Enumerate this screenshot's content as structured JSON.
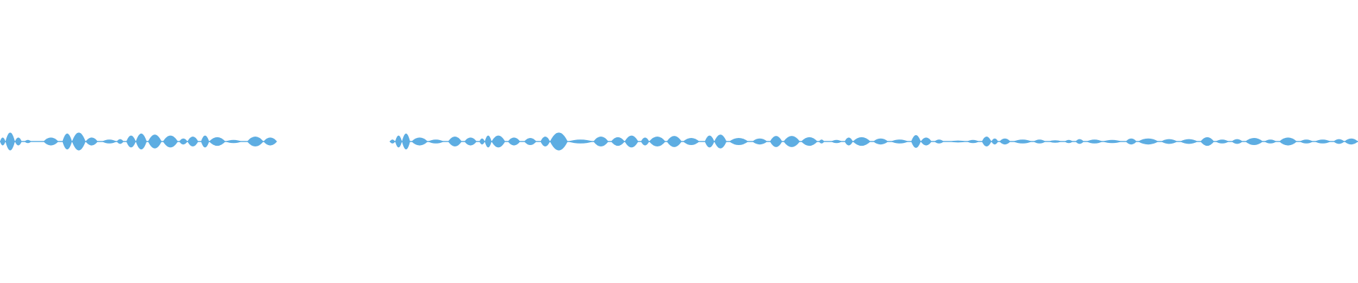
{
  "waveform": {
    "color": "#5dade2",
    "background": "#ffffff",
    "silent_gap": {
      "start_fraction": 0.203,
      "end_fraction": 0.287
    },
    "blobs_fraction": [
      [
        0.0,
        0.004,
        0.2
      ],
      [
        0.004,
        0.011,
        0.45
      ],
      [
        0.011,
        0.016,
        0.2
      ],
      [
        0.018,
        0.023,
        0.08
      ],
      [
        0.032,
        0.043,
        0.2
      ],
      [
        0.046,
        0.053,
        0.4
      ],
      [
        0.053,
        0.063,
        0.45
      ],
      [
        0.063,
        0.072,
        0.2
      ],
      [
        0.075,
        0.086,
        0.1
      ],
      [
        0.086,
        0.091,
        0.12
      ],
      [
        0.093,
        0.1,
        0.3
      ],
      [
        0.1,
        0.108,
        0.4
      ],
      [
        0.109,
        0.119,
        0.35
      ],
      [
        0.12,
        0.131,
        0.3
      ],
      [
        0.132,
        0.138,
        0.15
      ],
      [
        0.138,
        0.146,
        0.25
      ],
      [
        0.148,
        0.154,
        0.3
      ],
      [
        0.154,
        0.166,
        0.22
      ],
      [
        0.166,
        0.178,
        0.08
      ],
      [
        0.182,
        0.194,
        0.25
      ],
      [
        0.194,
        0.204,
        0.2
      ],
      [
        0.287,
        0.291,
        0.1
      ],
      [
        0.291,
        0.296,
        0.3
      ],
      [
        0.296,
        0.302,
        0.4
      ],
      [
        0.303,
        0.315,
        0.2
      ],
      [
        0.315,
        0.327,
        0.1
      ],
      [
        0.33,
        0.34,
        0.25
      ],
      [
        0.342,
        0.351,
        0.2
      ],
      [
        0.353,
        0.357,
        0.15
      ],
      [
        0.357,
        0.362,
        0.3
      ],
      [
        0.362,
        0.372,
        0.3
      ],
      [
        0.374,
        0.383,
        0.2
      ],
      [
        0.386,
        0.395,
        0.18
      ],
      [
        0.398,
        0.405,
        0.25
      ],
      [
        0.405,
        0.418,
        0.45
      ],
      [
        0.418,
        0.437,
        0.1
      ],
      [
        0.437,
        0.448,
        0.25
      ],
      [
        0.45,
        0.46,
        0.22
      ],
      [
        0.46,
        0.47,
        0.3
      ],
      [
        0.472,
        0.478,
        0.2
      ],
      [
        0.478,
        0.49,
        0.25
      ],
      [
        0.491,
        0.502,
        0.28
      ],
      [
        0.503,
        0.515,
        0.18
      ],
      [
        0.519,
        0.526,
        0.3
      ],
      [
        0.526,
        0.535,
        0.35
      ],
      [
        0.537,
        0.551,
        0.18
      ],
      [
        0.554,
        0.565,
        0.15
      ],
      [
        0.567,
        0.576,
        0.28
      ],
      [
        0.577,
        0.589,
        0.28
      ],
      [
        0.59,
        0.602,
        0.22
      ],
      [
        0.603,
        0.607,
        0.1
      ],
      [
        0.612,
        0.62,
        0.08
      ],
      [
        0.622,
        0.628,
        0.2
      ],
      [
        0.628,
        0.641,
        0.22
      ],
      [
        0.643,
        0.654,
        0.15
      ],
      [
        0.656,
        0.669,
        0.1
      ],
      [
        0.671,
        0.678,
        0.32
      ],
      [
        0.678,
        0.686,
        0.2
      ],
      [
        0.688,
        0.695,
        0.1
      ],
      [
        0.699,
        0.712,
        0.05
      ],
      [
        0.712,
        0.721,
        0.08
      ],
      [
        0.723,
        0.73,
        0.25
      ],
      [
        0.73,
        0.735,
        0.15
      ],
      [
        0.736,
        0.744,
        0.15
      ],
      [
        0.746,
        0.76,
        0.1
      ],
      [
        0.761,
        0.77,
        0.1
      ],
      [
        0.772,
        0.782,
        0.06
      ],
      [
        0.784,
        0.79,
        0.08
      ],
      [
        0.792,
        0.798,
        0.12
      ],
      [
        0.8,
        0.812,
        0.1
      ],
      [
        0.812,
        0.826,
        0.08
      ],
      [
        0.829,
        0.837,
        0.15
      ],
      [
        0.838,
        0.853,
        0.15
      ],
      [
        0.855,
        0.867,
        0.12
      ],
      [
        0.869,
        0.882,
        0.12
      ],
      [
        0.884,
        0.894,
        0.22
      ],
      [
        0.895,
        0.905,
        0.1
      ],
      [
        0.907,
        0.915,
        0.12
      ],
      [
        0.917,
        0.93,
        0.18
      ],
      [
        0.931,
        0.94,
        0.1
      ],
      [
        0.942,
        0.955,
        0.2
      ],
      [
        0.957,
        0.967,
        0.1
      ],
      [
        0.968,
        0.98,
        0.1
      ],
      [
        0.982,
        0.99,
        0.12
      ],
      [
        0.99,
        1.0,
        0.15
      ]
    ]
  }
}
